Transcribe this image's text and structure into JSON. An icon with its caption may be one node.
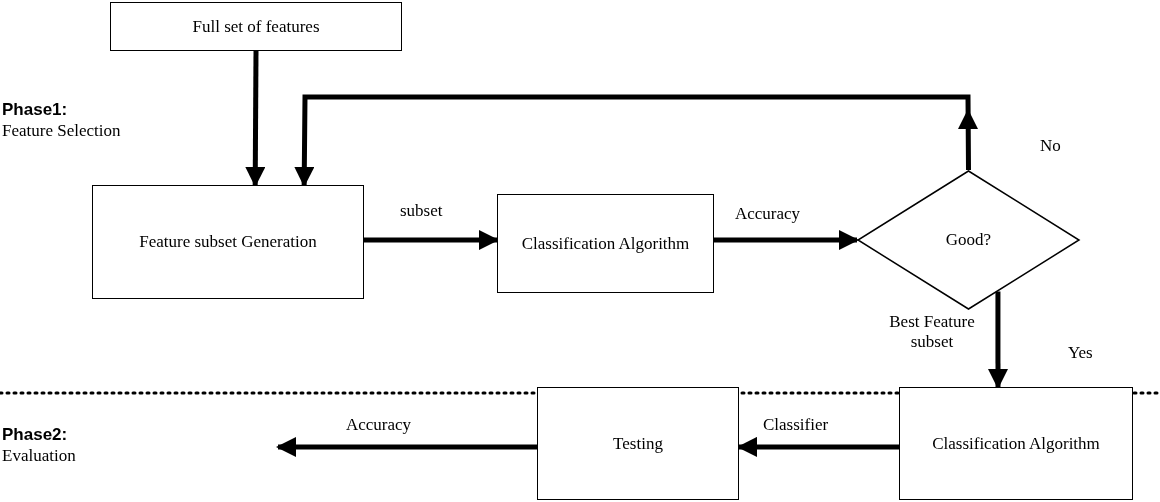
{
  "diagram": {
    "nodes": [
      {
        "text": [
          "Full set of features"
        ]
      },
      {
        "text": [
          "Feature subset Generation"
        ]
      },
      {
        "text": [
          "Classification Algorithm"
        ]
      },
      {
        "text": [
          "Good?"
        ]
      },
      {
        "text": [
          "Classification Algorithm"
        ]
      },
      {
        "text": [
          "Testing"
        ]
      }
    ],
    "edges": [
      {
        "from": 0,
        "to": 1,
        "arrow": "to"
      },
      {
        "from": 3,
        "to": 1,
        "arrow": "to",
        "label": "No"
      },
      {
        "from": 1,
        "to": 2,
        "arrow": "to",
        "label": "subset"
      },
      {
        "from": 2,
        "to": 3,
        "arrow": "to",
        "label": "Accuracy"
      },
      {
        "from": 3,
        "to": 4,
        "arrow": "to",
        "label": "Yes"
      },
      {
        "from": 4,
        "to": 5,
        "arrow": "to",
        "label": "Classifier"
      },
      {
        "from": 5,
        "to": null,
        "arrow": "to",
        "label": "Accuracy"
      }
    ],
    "labels": [
      "Phase1:",
      "Feature Selection",
      "Best Feature subset",
      "Phase2:",
      "Evaluation"
    ]
  }
}
